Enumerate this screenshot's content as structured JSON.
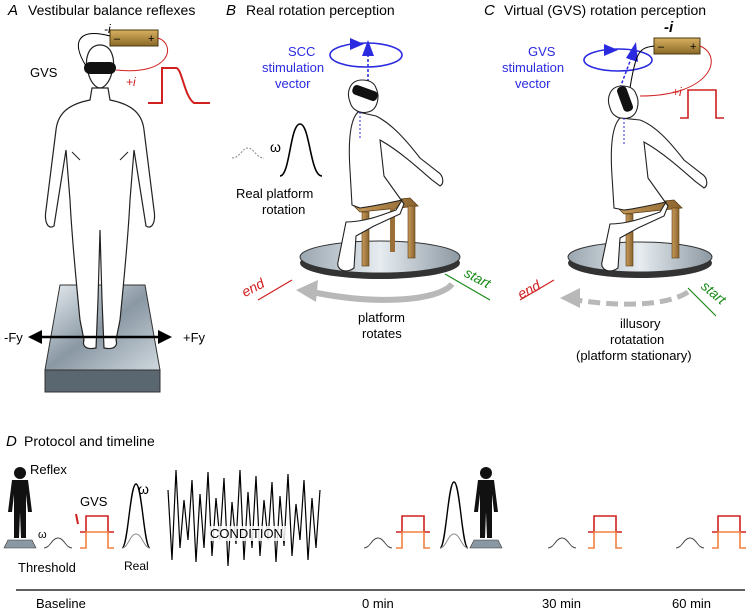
{
  "panel_a": {
    "letter": "A",
    "title": "Vestibular balance reflexes",
    "gvs_label": "GVS",
    "minus_i": "-i",
    "plus_i": "+i",
    "left_force": "-Fy",
    "right_force": "+Fy"
  },
  "panel_b": {
    "letter": "B",
    "title": "Real rotation perception",
    "scc_line1": "SCC",
    "scc_line2": "stimulation",
    "scc_line3": "vector",
    "omega": "ω",
    "platform_line1": "Real platform",
    "platform_line2": "rotation",
    "end_label": "end",
    "start_label": "start",
    "rotates_line1": "platform",
    "rotates_line2": "rotates"
  },
  "panel_c": {
    "letter": "C",
    "title": "Virtual (GVS) rotation perception",
    "gvs_line1": "GVS",
    "gvs_line2": "stimulation",
    "gvs_line3": "vector",
    "minus_i": "-i",
    "plus_i": "+i",
    "end_label": "end",
    "start_label": "start",
    "illusory_line1": "illusory",
    "illusory_line2": "rotatation",
    "illusory_line3": "(platform stationary)"
  },
  "panel_d": {
    "letter": "D",
    "title": "Protocol and timeline",
    "reflex_label": "Reflex",
    "gvs_label": "GVS",
    "omega": "ω",
    "threshold_label": "Threshold",
    "real_label": "Real",
    "condition_label": "CONDITION",
    "timeline": [
      "Baseline",
      "0 min",
      "30 min",
      "60 min"
    ]
  },
  "colors": {
    "blue": "#2a2ae0",
    "red": "#d02020",
    "green": "#1a8a1a",
    "orange": "#f08040",
    "battery": "#b08a40"
  }
}
